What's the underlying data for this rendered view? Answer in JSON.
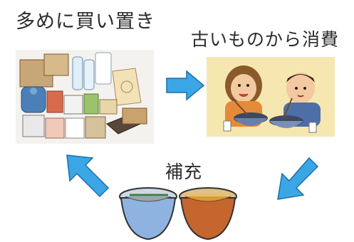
{
  "labels": {
    "stock": "多めに買い置き",
    "consume": "古いものから消費",
    "refill": "補充"
  },
  "images": {
    "stock": "stockpile-illustration",
    "consume": "eating-illustration",
    "refill": "noodle-bowls-illustration"
  },
  "colors": {
    "arrow_fill": "#3aa6e6",
    "arrow_stroke": "#1d6fa8",
    "text": "#2c2c2c"
  }
}
